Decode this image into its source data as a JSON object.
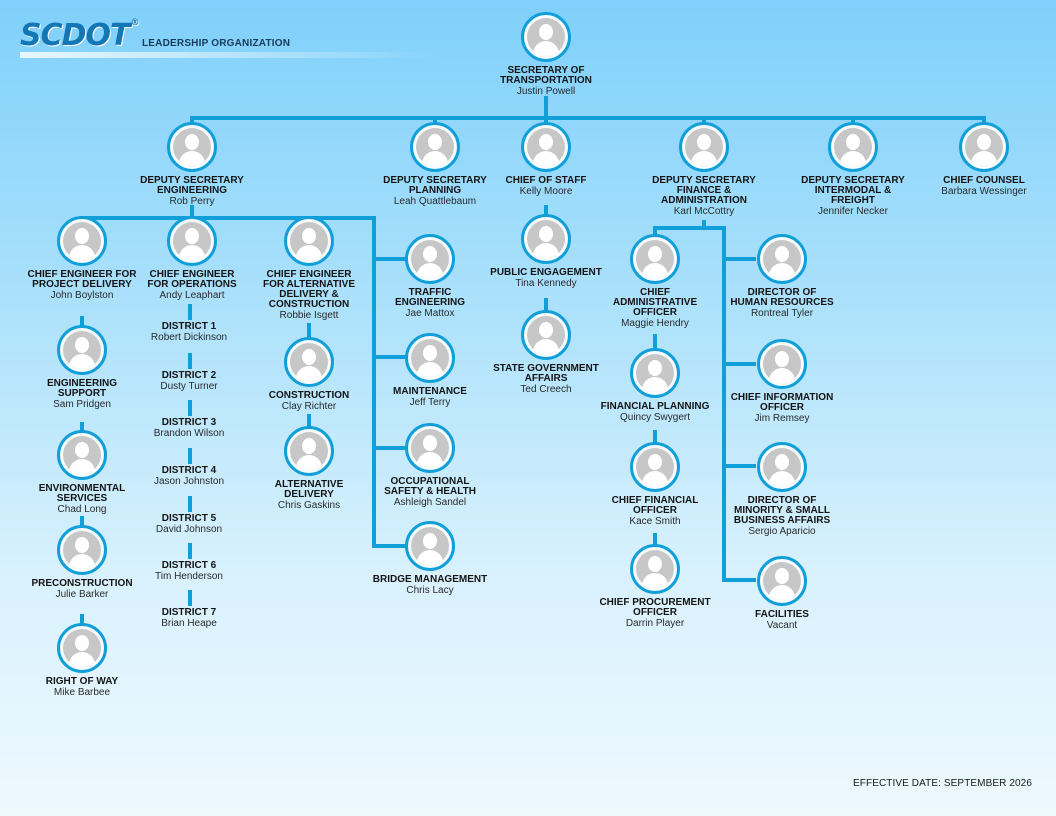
{
  "header": {
    "logo_text": "SCDOT",
    "logo_mark": "®",
    "title": "LEADERSHIP ORGANIZATION"
  },
  "colors": {
    "line": "#119fd9",
    "avatar_fill": "#c7c7c7",
    "brand": "#1377b5"
  },
  "avatar_icon": "person-silhouette-icon",
  "secretary": {
    "title": "SECRETARY OF\nTRANSPORTATION",
    "name": "Justin Powell"
  },
  "tier2": [
    {
      "title": "DEPUTY SECRETARY\nENGINEERING",
      "name": "Rob Perry"
    },
    {
      "title": "DEPUTY SECRETARY\nPLANNING",
      "name": "Leah Quattlebaum"
    },
    {
      "title": "CHIEF OF STAFF",
      "name": "Kelly Moore"
    },
    {
      "title": "DEPUTY SECRETARY\nFINANCE &\nADMINISTRATION",
      "name": "Karl McCottry"
    },
    {
      "title": "DEPUTY SECRETARY\nINTERMODAL &\nFREIGHT",
      "name": "Jennifer Necker"
    },
    {
      "title": "CHIEF COUNSEL",
      "name": "Barbara Wessinger"
    }
  ],
  "engineering": {
    "project_delivery": {
      "title": "CHIEF ENGINEER FOR\nPROJECT DELIVERY",
      "name": "John Boylston"
    },
    "project_reports": [
      {
        "title": "ENGINEERING\nSUPPORT",
        "name": "Sam Pridgen"
      },
      {
        "title": "ENVIRONMENTAL\nSERVICES",
        "name": "Chad Long"
      },
      {
        "title": "PRECONSTRUCTION",
        "name": "Julie Barker"
      },
      {
        "title": "RIGHT OF WAY",
        "name": "Mike Barbee"
      }
    ],
    "operations": {
      "title": "CHIEF ENGINEER\nFOR OPERATIONS",
      "name": "Andy Leaphart"
    },
    "districts": [
      {
        "title": "DISTRICT 1",
        "name": "Robert Dickinson"
      },
      {
        "title": "DISTRICT 2",
        "name": "Dusty Turner"
      },
      {
        "title": "DISTRICT 3",
        "name": "Brandon Wilson"
      },
      {
        "title": "DISTRICT 4",
        "name": "Jason Johnston"
      },
      {
        "title": "DISTRICT 5",
        "name": "David Johnson"
      },
      {
        "title": "DISTRICT 6",
        "name": "Tim Henderson"
      },
      {
        "title": "DISTRICT 7",
        "name": "Brian Heape"
      }
    ],
    "alternative": {
      "title": "CHIEF ENGINEER\nFOR ALTERNATIVE\nDELIVERY &\nCONSTRUCTION",
      "name": "Robbie Isgett"
    },
    "alternative_reports": [
      {
        "title": "CONSTRUCTION",
        "name": "Clay Richter"
      },
      {
        "title": "ALTERNATIVE\nDELIVERY",
        "name": "Chris Gaskins"
      }
    ],
    "side_reports": [
      {
        "title": "TRAFFIC\nENGINEERING",
        "name": "Jae Mattox"
      },
      {
        "title": "MAINTENANCE",
        "name": "Jeff Terry"
      },
      {
        "title": "OCCUPATIONAL\nSAFETY & HEALTH",
        "name": "Ashleigh Sandel"
      },
      {
        "title": "BRIDGE MANAGEMENT",
        "name": "Chris Lacy"
      }
    ]
  },
  "chief_of_staff_reports": [
    {
      "title": "PUBLIC ENGAGEMENT",
      "name": "Tina Kennedy"
    },
    {
      "title": "STATE GOVERNMENT\nAFFAIRS",
      "name": "Ted Creech"
    }
  ],
  "finance": {
    "admin_officer": {
      "title": "CHIEF\nADMINISTRATIVE\nOFFICER",
      "name": "Maggie Hendry"
    },
    "admin_reports": [
      {
        "title": "FINANCIAL PLANNING",
        "name": "Quincy Swygert"
      },
      {
        "title": "CHIEF FINANCIAL\nOFFICER",
        "name": "Kace Smith"
      },
      {
        "title": "CHIEF PROCUREMENT\nOFFICER",
        "name": "Darrin Player"
      }
    ],
    "side_reports": [
      {
        "title": "DIRECTOR OF\nHUMAN RESOURCES",
        "name": "Rontreal Tyler"
      },
      {
        "title": "CHIEF INFORMATION\nOFFICER",
        "name": "Jim Remsey"
      },
      {
        "title": "DIRECTOR OF\nMINORITY & SMALL\nBUSINESS AFFAIRS",
        "name": "Sergio Aparicio"
      },
      {
        "title": "FACILITIES",
        "name": "Vacant"
      }
    ]
  },
  "footer": {
    "effective_date": "EFFECTIVE DATE: SEPTEMBER 2026"
  }
}
